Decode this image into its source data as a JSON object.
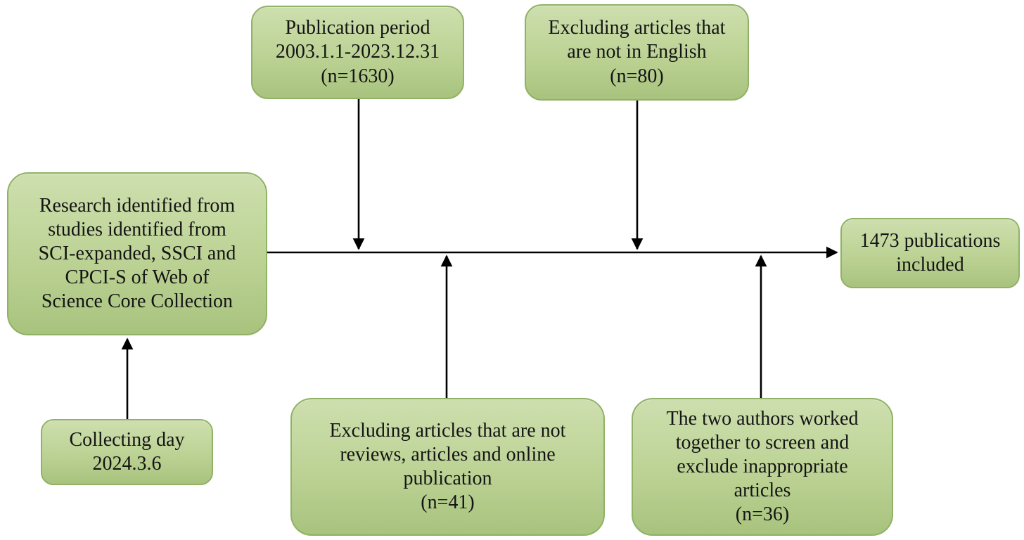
{
  "figure": {
    "type": "flowchart",
    "description": "Literature screening flow diagram",
    "colors": {
      "background": "#ffffff",
      "box_fill_top": "#cddfae",
      "box_fill_bottom": "#a8c37e",
      "box_border": "#90b166",
      "text": "#141414",
      "connector": "#000000"
    },
    "nodes": {
      "source": {
        "text": "Research identified from\nstudies identified from\nSCI-expanded, SSCI and\nCPCI-S of Web of\nScience Core Collection"
      },
      "publication_period": {
        "text": "Publication period\n2003.1.1-2023.12.31\n(n=1630)"
      },
      "exclude_english": {
        "text": "Excluding articles that\nare not in English\n(n=80)"
      },
      "included": {
        "text": "1473 publications\nincluded"
      },
      "collecting_day": {
        "text": "Collecting day\n2024.3.6"
      },
      "exclude_type": {
        "text": "Excluding articles that are not\nreviews, articles and online\npublication\n(n=41)"
      },
      "author_screening": {
        "text": "The two authors worked\ntogether to screen and\nexclude inappropriate\narticles\n(n=36)"
      }
    },
    "edges": [
      {
        "from": "source",
        "to": "included",
        "style": "arrow-right"
      },
      {
        "from": "publication_period",
        "to": "main-flow-line",
        "style": "arrow-down"
      },
      {
        "from": "exclude_english",
        "to": "main-flow-line",
        "style": "arrow-down"
      },
      {
        "from": "exclude_type",
        "to": "main-flow-line",
        "style": "arrow-up"
      },
      {
        "from": "author_screening",
        "to": "main-flow-line",
        "style": "arrow-up"
      },
      {
        "from": "collecting_day",
        "to": "source",
        "style": "arrow-up"
      }
    ]
  }
}
